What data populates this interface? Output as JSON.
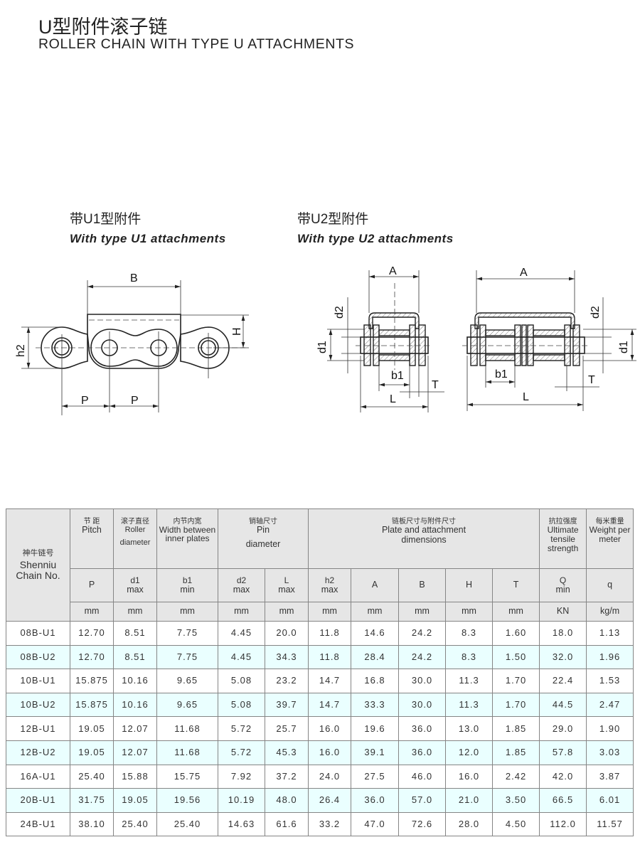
{
  "title_cn": "U型附件滚子链",
  "title_en": "ROLLER CHAIN WITH  TYPE U  ATTACHMENTS",
  "figures": [
    {
      "title_cn": "带U1型附件",
      "title_en": "With  type U1 attachments"
    },
    {
      "title_cn": "带U2型附件",
      "title_en": "With  type U2 attachments"
    }
  ],
  "dims": {
    "B": "B",
    "H": "H",
    "h2": "h2",
    "P": "P",
    "A": "A",
    "d1": "d1",
    "d2": "d2",
    "b1": "b1",
    "L": "L",
    "T": "T"
  },
  "table": {
    "chain_no_cn": "神牛链号",
    "chain_no_en": "Shenniu Chain No.",
    "groups": {
      "pitch": {
        "cn": "节 距",
        "en": "Pitch"
      },
      "roller": {
        "cn": "滚子直径",
        "en": "Roller",
        "en2": "diameter"
      },
      "width": {
        "cn": "内节内宽",
        "en": "Width between inner plates"
      },
      "pin": {
        "cn": "销轴尺寸",
        "en": "Pin",
        "en2": "diameter"
      },
      "plate": {
        "cn": "链板尺寸与附件尺寸",
        "en": "Plate and attachment dimensions"
      },
      "strength": {
        "cn": "抗拉强度",
        "en": "Ultimate tensile strength"
      },
      "weight": {
        "cn": "每米重量",
        "en": "Weight per meter"
      }
    },
    "symbols": [
      {
        "s": "P",
        "q": ""
      },
      {
        "s": "d1",
        "q": "max"
      },
      {
        "s": "b1",
        "q": "min"
      },
      {
        "s": "d2",
        "q": "max"
      },
      {
        "s": "L",
        "q": "max"
      },
      {
        "s": "h2",
        "q": "max"
      },
      {
        "s": "A",
        "q": ""
      },
      {
        "s": "B",
        "q": ""
      },
      {
        "s": "H",
        "q": ""
      },
      {
        "s": "T",
        "q": ""
      },
      {
        "s": "Q",
        "q": "min"
      },
      {
        "s": "q",
        "q": ""
      }
    ],
    "units": [
      "mm",
      "mm",
      "mm",
      "mm",
      "mm",
      "mm",
      "mm",
      "mm",
      "mm",
      "mm",
      "KN",
      "kg/m"
    ],
    "rows": [
      [
        "08B-U1",
        "12.70",
        "8.51",
        "7.75",
        "4.45",
        "20.0",
        "11.8",
        "14.6",
        "24.2",
        "8.3",
        "1.60",
        "18.0",
        "1.13"
      ],
      [
        "08B-U2",
        "12.70",
        "8.51",
        "7.75",
        "4.45",
        "34.3",
        "11.8",
        "28.4",
        "24.2",
        "8.3",
        "1.50",
        "32.0",
        "1.96"
      ],
      [
        "10B-U1",
        "15.875",
        "10.16",
        "9.65",
        "5.08",
        "23.2",
        "14.7",
        "16.8",
        "30.0",
        "11.3",
        "1.70",
        "22.4",
        "1.53"
      ],
      [
        "10B-U2",
        "15.875",
        "10.16",
        "9.65",
        "5.08",
        "39.7",
        "14.7",
        "33.3",
        "30.0",
        "11.3",
        "1.70",
        "44.5",
        "2.47"
      ],
      [
        "12B-U1",
        "19.05",
        "12.07",
        "11.68",
        "5.72",
        "25.7",
        "16.0",
        "19.6",
        "36.0",
        "13.0",
        "1.85",
        "29.0",
        "1.90"
      ],
      [
        "12B-U2",
        "19.05",
        "12.07",
        "11.68",
        "5.72",
        "45.3",
        "16.0",
        "39.1",
        "36.0",
        "12.0",
        "1.85",
        "57.8",
        "3.03"
      ],
      [
        "16A-U1",
        "25.40",
        "15.88",
        "15.75",
        "7.92",
        "37.2",
        "24.0",
        "27.5",
        "46.0",
        "16.0",
        "2.42",
        "42.0",
        "3.87"
      ],
      [
        "20B-U1",
        "31.75",
        "19.05",
        "19.56",
        "10.19",
        "48.0",
        "26.4",
        "36.0",
        "57.0",
        "21.0",
        "3.50",
        "66.5",
        "6.01"
      ],
      [
        "24B-U1",
        "38.10",
        "25.40",
        "25.40",
        "14.63",
        "61.6",
        "33.2",
        "47.0",
        "72.6",
        "28.0",
        "4.50",
        "112.0",
        "11.57"
      ]
    ]
  }
}
